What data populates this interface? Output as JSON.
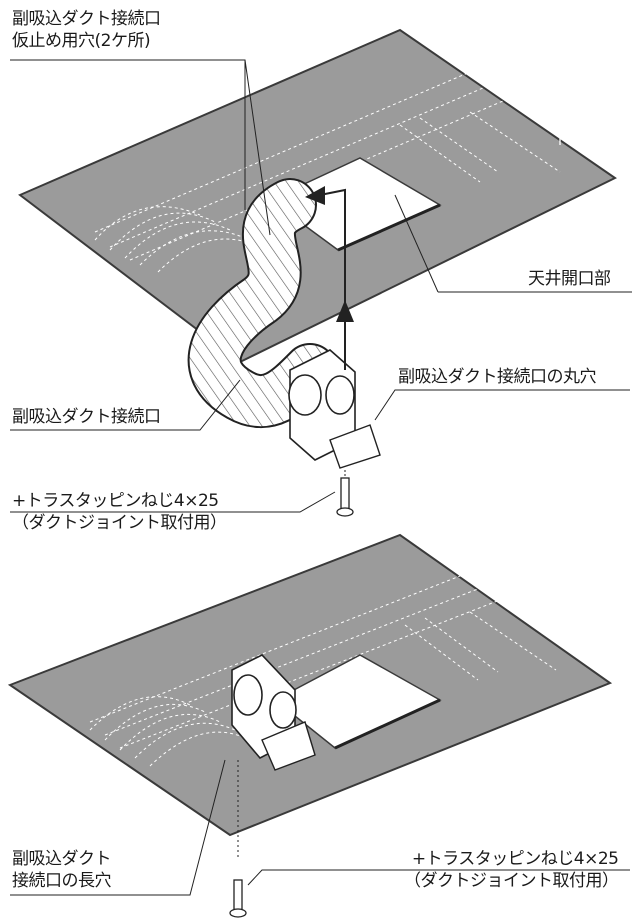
{
  "labels": {
    "temp_hole": [
      "副吸込ダクト接続口",
      "仮止め用穴(2ケ所)"
    ],
    "ceiling_opening": "天井開口部",
    "duct_connection": "副吸込ダクト接続口",
    "round_hole": "副吸込ダクト接続口の丸穴",
    "screw_top": [
      "+トラスタッピンねじ4×25",
      "（ダクトジョイント取付用）"
    ],
    "long_hole": [
      "副吸込ダクト",
      "接続口の長穴"
    ],
    "screw_bottom": [
      "+トラスタッピンねじ4×25",
      "（ダクトジョイント取付用）"
    ]
  },
  "colors": {
    "panel": "#9b9b9b",
    "panel_edge": "#3a3a3a",
    "opening": "#ffffff",
    "line": "#222222"
  }
}
